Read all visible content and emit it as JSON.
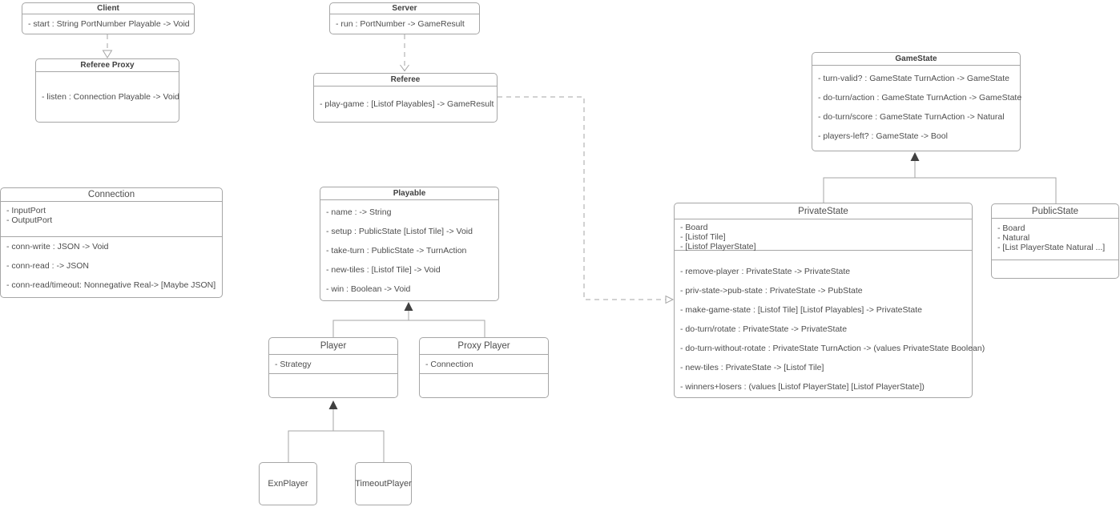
{
  "style": {
    "border_color": "#a6a6a6",
    "line_color": "#a6a6a6",
    "text_color": "#4d4d4d",
    "arrow_fill": "#404040",
    "background": "#ffffff"
  },
  "classes": {
    "client": {
      "title": "Client",
      "methods": [
        "- start : String PortNumber Playable -> Void"
      ]
    },
    "server": {
      "title": "Server",
      "methods": [
        "- run : PortNumber -> GameResult"
      ]
    },
    "referee_proxy": {
      "title": "Referee Proxy",
      "methods": [
        "- listen : Connection Playable -> Void"
      ]
    },
    "referee": {
      "title": "Referee",
      "methods": [
        "- play-game : [Listof Playables] -> GameResult"
      ]
    },
    "game_state": {
      "title": "GameState",
      "methods": [
        "- turn-valid? : GameState TurnAction -> GameState",
        "- do-turn/action : GameState TurnAction -> GameState",
        "- do-turn/score : GameState TurnAction -> Natural",
        "- players-left? : GameState -> Bool"
      ]
    },
    "connection": {
      "title": "Connection",
      "attributes": [
        "- InputPort",
        "- OutputPort"
      ],
      "methods": [
        "- conn-write : JSON -> Void",
        "- conn-read : -> JSON",
        "- conn-read/timeout: Nonnegative Real-> [Maybe JSON]"
      ]
    },
    "playable": {
      "title": "Playable",
      "methods": [
        "- name : -> String",
        "- setup : PublicState [Listof Tile] -> Void",
        "- take-turn : PublicState -> TurnAction",
        "- new-tiles : [Listof Tile] -> Void",
        "- win : Boolean -> Void"
      ]
    },
    "private_state": {
      "title": "PrivateState",
      "attributes": [
        "- Board",
        "- [Listof Tile]",
        "- [Listof PlayerState]"
      ],
      "methods": [
        "- remove-player : PrivateState -> PrivateState",
        "- priv-state->pub-state : PrivateState -> PubState",
        "- make-game-state : [Listof Tile] [Listof Playables] -> PrivateState",
        "- do-turn/rotate : PrivateState -> PrivateState",
        "- do-turn-without-rotate : PrivateState TurnAction -> (values PrivateState Boolean)",
        "- new-tiles : PrivateState -> [Listof Tile]",
        "- winners+losers : (values [Listof PlayerState] [Listof PlayerState])"
      ]
    },
    "public_state": {
      "title": "PublicState",
      "attributes": [
        "- Board",
        "- Natural",
        "- [List PlayerState Natural ...]"
      ]
    },
    "player": {
      "title": "Player",
      "attributes": [
        "- Strategy"
      ]
    },
    "proxy_player": {
      "title": "Proxy Player",
      "attributes": [
        "- Connection"
      ]
    },
    "exn_player": {
      "title": "ExnPlayer"
    },
    "timeout_player": {
      "title": "TimeoutPlayer"
    }
  },
  "relations": [
    {
      "from": "Client",
      "to": "Referee Proxy",
      "line": "dashed",
      "arrow": "hollow-triangle"
    },
    {
      "from": "Server",
      "to": "Referee",
      "line": "dashed",
      "arrow": "open"
    },
    {
      "from": "Referee",
      "to": "PrivateState",
      "line": "dashed",
      "arrow": "hollow-triangle"
    },
    {
      "from": "PrivateState",
      "to": "GameState",
      "line": "solid",
      "arrow": "filled-triangle"
    },
    {
      "from": "PublicState",
      "to": "GameState",
      "line": "solid",
      "arrow": "filled-triangle"
    },
    {
      "from": "Player",
      "to": "Playable",
      "line": "solid",
      "arrow": "filled-triangle"
    },
    {
      "from": "Proxy Player",
      "to": "Playable",
      "line": "solid",
      "arrow": "filled-triangle"
    },
    {
      "from": "ExnPlayer",
      "to": "Player",
      "line": "solid",
      "arrow": "filled-triangle"
    },
    {
      "from": "TimeoutPlayer",
      "to": "Player",
      "line": "solid",
      "arrow": "filled-triangle"
    }
  ]
}
